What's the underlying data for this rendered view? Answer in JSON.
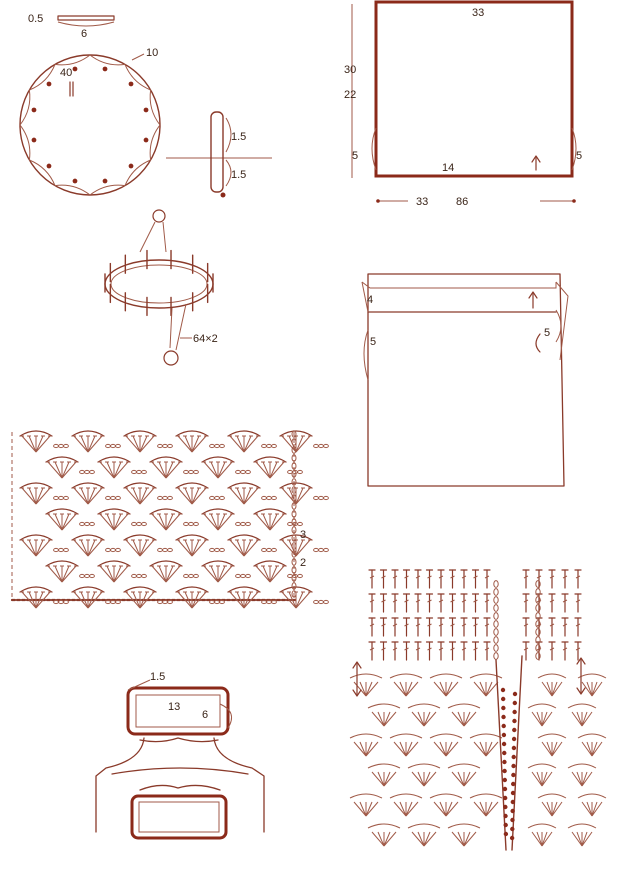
{
  "colors": {
    "line": "#8a3a2a",
    "dark": "#8b2a1a",
    "text": "#3a2418",
    "background": "#ffffff"
  },
  "ring_handle": {
    "top_strip_thickness": "0.5",
    "top_strip_width": "6",
    "ring_label": "10",
    "ring_count": "40",
    "section_top": "1.5",
    "section_bottom": "1.5"
  },
  "ring_cover": {
    "multiplier": "64×2"
  },
  "panel": {
    "top_width": "33",
    "height_total": "30",
    "height_main": "22",
    "side_left": "5",
    "side_right": "5",
    "bottom_inner": "14",
    "bottom_left": "33",
    "bottom_total": "86"
  },
  "bag": {
    "corner_top": "4",
    "side_left": "5",
    "side_right": "5"
  },
  "stitch_chart": {
    "row_mark_upper": "3",
    "row_mark_lower": "2"
  },
  "handle_assembly": {
    "frame_edge": "1.5",
    "frame_width": "13",
    "frame_height": "6"
  }
}
